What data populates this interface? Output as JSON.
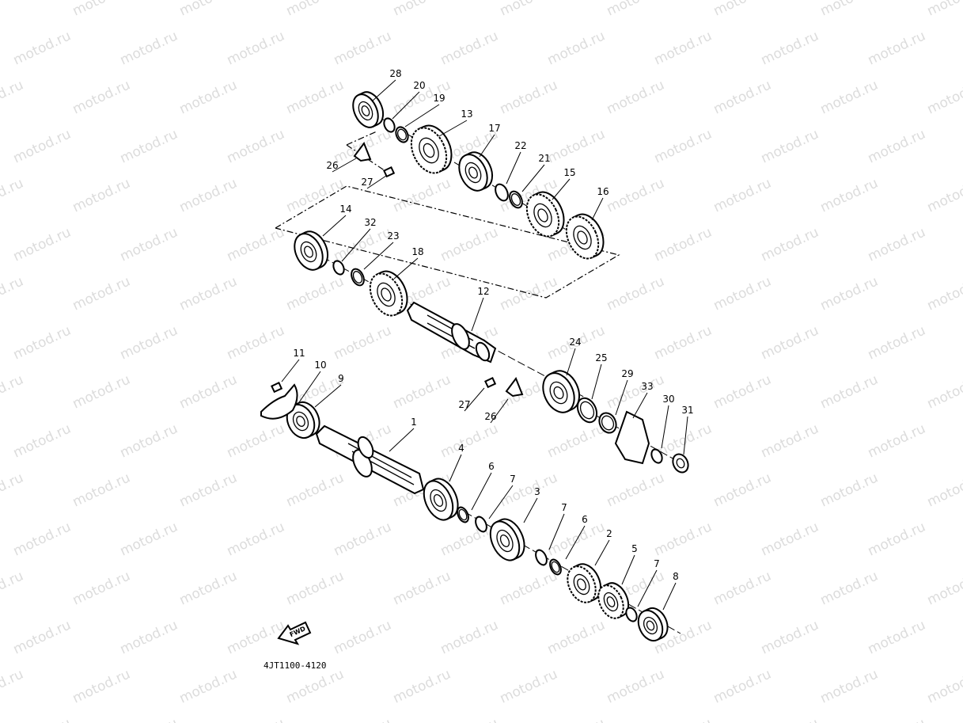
{
  "watermark": "motod.ru",
  "diagram_code": "4JT1100-4120",
  "fwd_label": "FWD",
  "callouts": [
    "1",
    "2",
    "3",
    "4",
    "5",
    "6",
    "7",
    "8",
    "9",
    "10",
    "11",
    "12",
    "13",
    "14",
    "15",
    "16",
    "17",
    "18",
    "19",
    "20",
    "21",
    "22",
    "23",
    "24",
    "25",
    "26",
    "27",
    "28",
    "29",
    "30",
    "31",
    "32",
    "33"
  ]
}
